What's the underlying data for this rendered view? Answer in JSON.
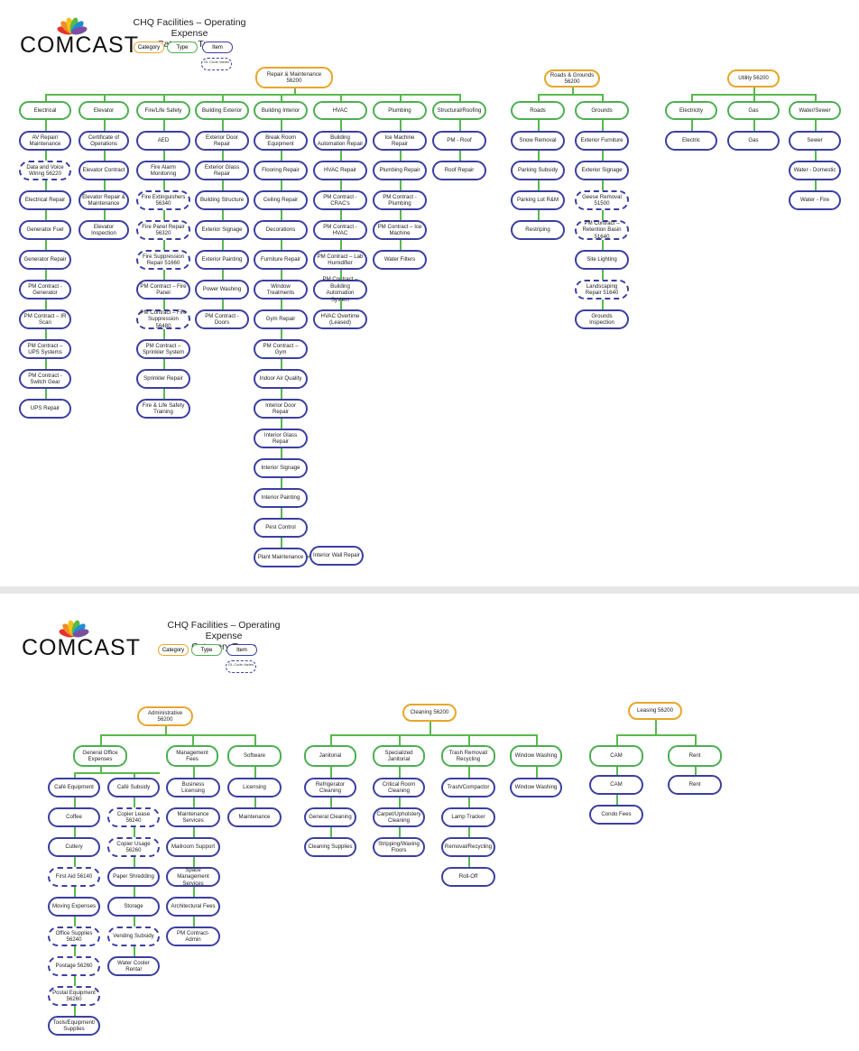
{
  "colors": {
    "category": "#e8a62b",
    "type": "#4caf50",
    "item": "#3b3fa0",
    "connector": "#58b94c"
  },
  "logo_text": "COMCAST",
  "title_line1": "CHQ Facilities – Operating Expense",
  "title_line2": "Category Trees",
  "legend": {
    "category": "Category",
    "type": "Type",
    "item": "Item",
    "code": "GL Code Varies"
  },
  "top": {
    "repair": "Repair & Maintenance 56200",
    "roads": "Roads & Grounds 56200",
    "utility": "Utility 56200",
    "types": {
      "electrical": "Electrical",
      "elevator": "Elevator",
      "fire": "Fire/Life Safety",
      "bext": "Building Exterior",
      "bint": "Building Interior",
      "hvac": "HVAC",
      "plumb": "Plumbing",
      "struct": "Structural/Roofing",
      "roads": "Roads",
      "grounds": "Grounds",
      "electricity": "Electricity",
      "gas": "Gas",
      "water": "Water/Sewer"
    },
    "items": {
      "e1": "AV Repair/ Maintenance",
      "e2": "Data and Voice Wiring 56220",
      "e3": "Electrical Repair",
      "e4": "Generator Fuel",
      "e5": "Generator Repair",
      "e6": "PM Contract - Generator",
      "e7": "PM Contract – IR Scan",
      "e8": "PM Contract – UPS Systems",
      "e9": "PM Contract - Switch Gear",
      "e10": "UPS Repair",
      "v1": "Certificate of Operations",
      "v2": "Elevator Contract",
      "v3": "Elevator Repair & Maintenance",
      "v4": "Elevator Inspection",
      "f1": "AED",
      "f2": "Fire Alarm Monitoring",
      "f3": "Fire Extinguishers 56340",
      "f4": "Fire Panel Repair 56320",
      "f5": "Fire Suppression Repair 51660",
      "f6": "PM Contract – Fire Panel",
      "f7": "PM Contract – Fire Suppression 56480",
      "f8": "PM Contract – Sprinkler System",
      "f9": "Sprinkler Repair",
      "f10": "Fire & Life Safety Training",
      "x1": "Exterior Door Repair",
      "x2": "Exterior Glass Repair",
      "x3": "Building Structure",
      "x4": "Exterior Signage",
      "x5": "Exterior Painting",
      "x6": "Power Washing",
      "x7": "PM Contract - Doors",
      "i1": "Break Room Equipment",
      "i2": "Flooring Repair",
      "i3": "Ceiling Repair",
      "i4": "Decorations",
      "i5": "Furniture Repair",
      "i6": "Window Treatments",
      "i7": "Gym Repair",
      "i8": "PM Contract – Gym",
      "i9": "Indoor Air Quality",
      "i10": "Interior Door Repair",
      "i11": "Interior Glass Repair",
      "i12": "Interior Signage",
      "i13": "Interior Painting",
      "i14": "Pest Control",
      "i15": "Plant Maintenance",
      "i16": "Interior Wall Repair",
      "h1": "Building Automation Repair",
      "h2": "HVAC Repair",
      "h3": "PM Contract - CRAC's",
      "h4": "PM Contract - HVAC",
      "h5": "PM Contract – Lab Humidifier",
      "h6": "PM Contract – Building Automation System",
      "h7": "HVAC Overtime (Leased)",
      "p1": "Ice Machine Repair",
      "p2": "Plumbing Repair",
      "p3": "PM Contract - Plumbing",
      "p4": "PM Contract – Ice Machine",
      "p5": "Water Filters",
      "s1": "PM - Roof",
      "s2": "Roof Repair",
      "r1": "Snow Removal",
      "r2": "Parking Subsidy",
      "r3": "Parking Lot R&M",
      "r4": "Restriping",
      "g1": "Exterior Furniture",
      "g2": "Exterior Signage",
      "g3": "Geese Removal 51500",
      "g4": "PM Contract – Retention Basin 51640",
      "g5": "Site Lighting",
      "g6": "Landscaping Repair 51640",
      "g7": "Grounds Inspection",
      "u1": "Electric",
      "u2": "Gas",
      "u3": "Sewer",
      "u4": "Water - Domestic",
      "u5": "Water - Fire"
    }
  },
  "bottom": {
    "admin": "Administrative 56200",
    "cleaning": "Cleaning 56200",
    "leasing": "Leasing 56200",
    "types": {
      "goe": "General Office Expenses",
      "mgmt": "Management Fees",
      "soft": "Software",
      "jan": "Janitorial",
      "spec": "Specialized Janitorial",
      "trash": "Trash Removal/ Recycling",
      "win": "Window Washing",
      "cam": "CAM",
      "rent": "Rent"
    },
    "items": {
      "a1": "Café Equipment",
      "a2": "Coffee",
      "a3": "Cutlery",
      "a4": "First Aid 56140",
      "a5": "Moving Expenses",
      "a6": "Office Supplies 56240",
      "a7": "Postage 56260",
      "a8": "Postal Equipment 56260",
      "a9": "Tools/Equipment/ Supplies",
      "b1": "Café Subsidy",
      "b2": "Copier Lease 56240",
      "b3": "Copier Usage 56260",
      "b4": "Paper Shredding",
      "b5": "Storage",
      "b6": "Vending Subsidy",
      "b7": "Water Cooler Rental",
      "m1": "Business Licensing",
      "m2": "Maintenance Services",
      "m3": "Mailroom Support",
      "m4": "Space Management Services",
      "m5": "Architectural Fees",
      "m6": "PM Contract- Admin",
      "sw1": "Licensing",
      "sw2": "Maintenance",
      "j1": "Refrigerator Cleaning",
      "j2": "General Cleaning",
      "j3": "Cleaning Supplies",
      "sj1": "Critical Room Cleaning",
      "sj2": "Carpet/Upholstery Cleaning",
      "sj3": "Stripping/Waxing Floors",
      "t1": "Trash/Compactor",
      "t2": "Lamp Tracker",
      "t3": "Removal/Recycling",
      "t4": "Roll-Off",
      "w1": "Window Washing",
      "c1": "CAM",
      "c2": "Condo Fees",
      "rn1": "Rent"
    }
  }
}
